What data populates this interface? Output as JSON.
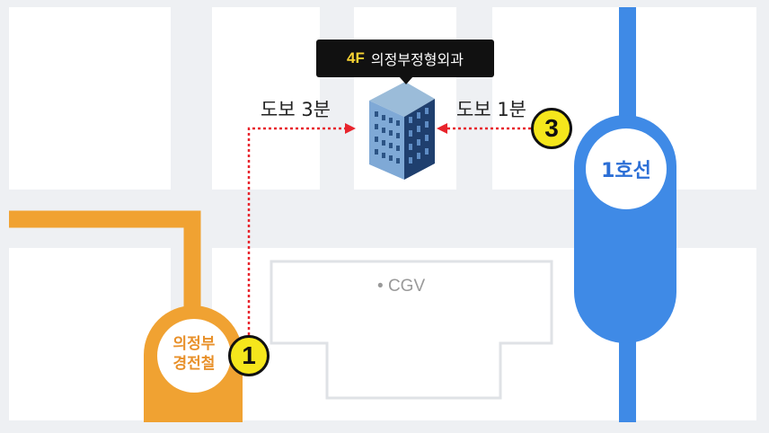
{
  "building": {
    "floor": "4F",
    "name": "의정부정형외과"
  },
  "routes": {
    "left": {
      "text": "도보 3분",
      "exit": "1"
    },
    "right": {
      "text": "도보 1분",
      "exit": "3"
    }
  },
  "stations": {
    "gyeongjeon": {
      "line1": "의정부",
      "line2": "경전철",
      "color": "#f0a232"
    },
    "line1": {
      "label": "1호선",
      "color": "#3f8ae6"
    }
  },
  "landmark": {
    "label": "CGV"
  },
  "colors": {
    "walk_path": "#e8242c",
    "badge": "#f5e61c",
    "block": "#ffffff",
    "background": "#eef0f3"
  }
}
